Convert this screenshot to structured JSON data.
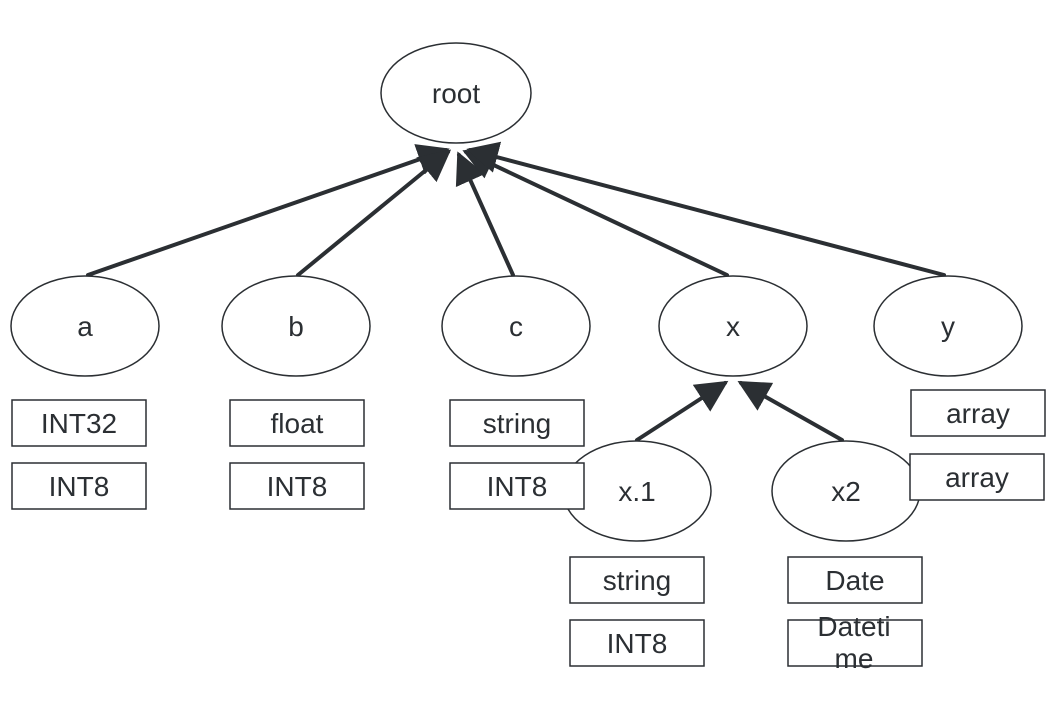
{
  "nodes": {
    "root": "root",
    "a": "a",
    "b": "b",
    "c": "c",
    "x": "x",
    "y": "y",
    "x1": "x.1",
    "x2": "x2"
  },
  "types": {
    "a": [
      "INT32",
      "INT8"
    ],
    "b": [
      "float",
      "INT8"
    ],
    "c": [
      "string",
      "INT8"
    ],
    "y": [
      "array",
      "array"
    ],
    "x1": [
      "string",
      "INT8"
    ],
    "x2": [
      "Date",
      "Dateti",
      "me"
    ]
  },
  "colors": {
    "stroke": "#2b2f33",
    "background": "#ffffff"
  }
}
